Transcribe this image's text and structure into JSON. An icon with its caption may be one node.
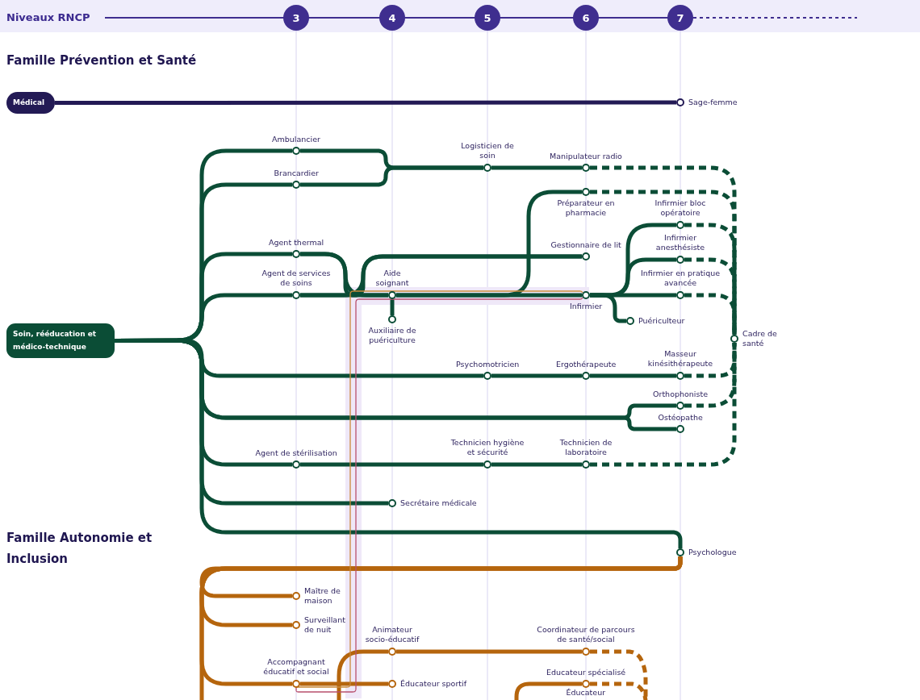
{
  "diagram": {
    "nodes": [
      {
        "text": [
          "3"
        ]
      },
      {
        "text": [
          "4"
        ]
      },
      {
        "text": [
          "5"
        ]
      },
      {
        "text": [
          "6"
        ]
      },
      {
        "text": [
          "7"
        ]
      },
      {
        "text": [
          "Médical"
        ]
      },
      {
        "text": [
          "Sage-femme"
        ]
      },
      {
        "text": [
          "Soin, rééducation et médico-technique"
        ]
      },
      {
        "text": [
          "Ambulancier"
        ]
      },
      {
        "text": [
          "Brancardier"
        ]
      },
      {
        "text": [
          "Logisticien de soin"
        ]
      },
      {
        "text": [
          "Manipulateur radio"
        ]
      },
      {
        "text": [
          "Préparateur en pharmacie"
        ]
      },
      {
        "text": [
          "Infirmier bloc opératoire"
        ]
      },
      {
        "text": [
          "Infirmier anesthésiste"
        ]
      },
      {
        "text": [
          "Agent thermal"
        ]
      },
      {
        "text": [
          "Gestionnaire de lit"
        ]
      },
      {
        "text": [
          "Agent de services de soins"
        ]
      },
      {
        "text": [
          "Aide soignant"
        ]
      },
      {
        "text": [
          "Infirmier"
        ]
      },
      {
        "text": [
          "Infirmier en pratique avancée"
        ]
      },
      {
        "text": [
          "Auxiliaire de puériculture"
        ]
      },
      {
        "text": [
          "Puériculteur"
        ]
      },
      {
        "text": [
          "Cadre de santé"
        ]
      },
      {
        "text": [
          "Psychomotricien"
        ]
      },
      {
        "text": [
          "Ergothérapeute"
        ]
      },
      {
        "text": [
          "Masseur kinésithérapeute"
        ]
      },
      {
        "text": [
          "Orthophoniste"
        ]
      },
      {
        "text": [
          "Ostéopathe"
        ]
      },
      {
        "text": [
          "Agent de stérilisation"
        ]
      },
      {
        "text": [
          "Technicien hygiène et sécurité"
        ]
      },
      {
        "text": [
          "Technicien de laboratoire"
        ]
      },
      {
        "text": [
          "Secrétaire médicale"
        ]
      },
      {
        "text": [
          "Psychologue"
        ]
      },
      {
        "text": [
          "Maître de maison"
        ]
      },
      {
        "text": [
          "Surveillant de nuit"
        ]
      },
      {
        "text": [
          "Animateur socio-éducatif"
        ]
      },
      {
        "text": [
          "Coordinateur de parcours de santé/social"
        ]
      },
      {
        "text": [
          "Accompagnant éducatif et social"
        ]
      },
      {
        "text": [
          "Éducateur sportif"
        ]
      },
      {
        "text": [
          "Educateur spécialisé"
        ]
      },
      {
        "text": [
          "Éducateur"
        ]
      }
    ],
    "edges": [
      {
        "from": 5,
        "to": 6,
        "arrow": "none",
        "color": "#231a55"
      },
      {
        "from": 7,
        "to": 8,
        "arrow": "none"
      },
      {
        "from": 7,
        "to": 9,
        "arrow": "none"
      },
      {
        "from": 8,
        "to": 10,
        "arrow": "none"
      },
      {
        "from": 9,
        "to": 10,
        "arrow": "none"
      },
      {
        "from": 10,
        "to": 11,
        "arrow": "none"
      },
      {
        "from": 11,
        "to": 23,
        "arrow": "none",
        "style": "dashed"
      },
      {
        "from": 7,
        "to": 15,
        "arrow": "none"
      },
      {
        "from": 7,
        "to": 17,
        "arrow": "none"
      },
      {
        "from": 15,
        "to": 16,
        "arrow": "none"
      },
      {
        "from": 15,
        "to": 18,
        "arrow": "none"
      },
      {
        "from": 17,
        "to": 16,
        "arrow": "none"
      },
      {
        "from": 17,
        "to": 18,
        "arrow": "none"
      },
      {
        "from": 18,
        "to": 21,
        "arrow": "none"
      },
      {
        "from": 18,
        "to": 19,
        "arrow": "none"
      },
      {
        "from": 18,
        "to": 12,
        "arrow": "none"
      },
      {
        "from": 12,
        "to": 23,
        "arrow": "none",
        "style": "dashed"
      },
      {
        "from": 19,
        "to": 13,
        "arrow": "none"
      },
      {
        "from": 19,
        "to": 14,
        "arrow": "none"
      },
      {
        "from": 19,
        "to": 20,
        "arrow": "none"
      },
      {
        "from": 19,
        "to": 22,
        "arrow": "none"
      },
      {
        "from": 13,
        "to": 23,
        "arrow": "none",
        "style": "dashed"
      },
      {
        "from": 14,
        "to": 23,
        "arrow": "none",
        "style": "dashed"
      },
      {
        "from": 20,
        "to": 23,
        "arrow": "none",
        "style": "dashed"
      },
      {
        "from": 7,
        "to": 24,
        "arrow": "none"
      },
      {
        "from": 24,
        "to": 25,
        "arrow": "none"
      },
      {
        "from": 25,
        "to": 26,
        "arrow": "none"
      },
      {
        "from": 26,
        "to": 23,
        "arrow": "none",
        "style": "dashed"
      },
      {
        "from": 7,
        "to": 27,
        "arrow": "none"
      },
      {
        "from": 7,
        "to": 28,
        "arrow": "none"
      },
      {
        "from": 27,
        "to": 23,
        "arrow": "none",
        "style": "dashed"
      },
      {
        "from": 7,
        "to": 29,
        "arrow": "none"
      },
      {
        "from": 29,
        "to": 30,
        "arrow": "none"
      },
      {
        "from": 30,
        "to": 31,
        "arrow": "none"
      },
      {
        "from": 31,
        "to": 23,
        "arrow": "none",
        "style": "dashed"
      },
      {
        "from": 7,
        "to": 32,
        "arrow": "none"
      },
      {
        "from": 7,
        "to": 33,
        "arrow": "none"
      },
      {
        "from": 33,
        "to": 34,
        "arrow": "none",
        "color": "#b5650d"
      },
      {
        "from": 33,
        "to": 35,
        "arrow": "none",
        "color": "#b5650d"
      },
      {
        "from": 33,
        "to": 38,
        "arrow": "none",
        "color": "#b5650d"
      },
      {
        "from": 33,
        "to": null,
        "arrow": "none",
        "color": "#b5650d"
      },
      {
        "from": null,
        "to": 36,
        "arrow": "none",
        "color": "#b5650d"
      },
      {
        "from": 36,
        "to": 37,
        "arrow": "none",
        "color": "#b5650d"
      },
      {
        "from": 37,
        "to": null,
        "arrow": "none",
        "color": "#b5650d",
        "style": "dashed"
      },
      {
        "from": 38,
        "to": 39,
        "arrow": "none",
        "color": "#b5650d"
      },
      {
        "from": null,
        "to": 40,
        "arrow": "none",
        "color": "#b5650d"
      },
      {
        "from": 40,
        "to": null,
        "arrow": "none",
        "color": "#b5650d",
        "style": "dashed"
      },
      {
        "from": 19,
        "to": 38,
        "arrow": "none",
        "color": "#c98a3a"
      },
      {
        "from": 19,
        "to": 38,
        "arrow": "none",
        "color": "#b8506e"
      }
    ],
    "labels": [
      "Niveaux RNCP",
      "Famille Prévention et Santé",
      "Famille Autonomie et Inclusion"
    ]
  }
}
